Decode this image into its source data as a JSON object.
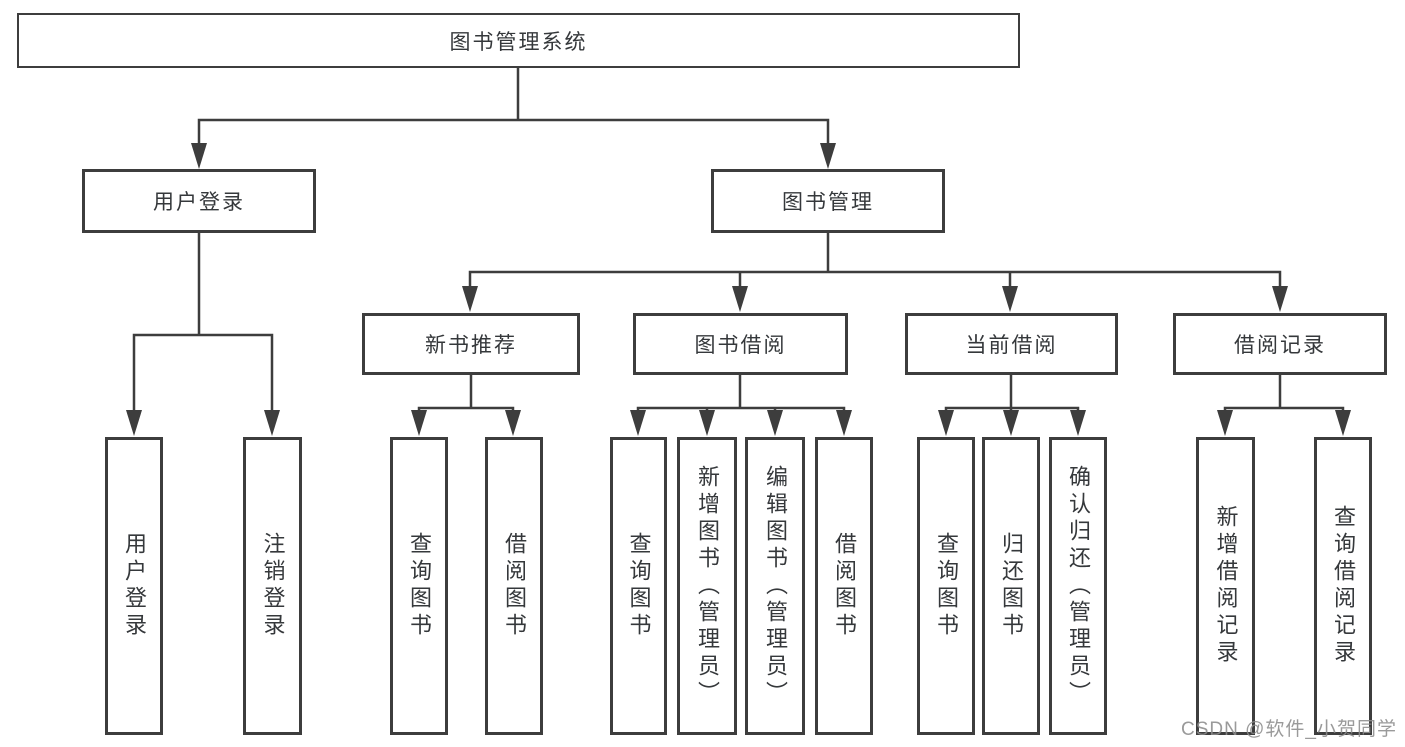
{
  "colors": {
    "line": "#3d3d3d",
    "box_border": "#3d3d3d",
    "text": "#35383b",
    "background": "#ffffff",
    "watermark": "#8c8c8c"
  },
  "tree": {
    "root": "图书管理系统",
    "children": [
      {
        "label": "用户登录",
        "children": [
          "用户登录",
          "注销登录"
        ]
      },
      {
        "label": "图书管理",
        "children": [
          {
            "label": "新书推荐",
            "children": [
              "查询图书",
              "借阅图书"
            ]
          },
          {
            "label": "图书借阅",
            "children": [
              "查询图书",
              "新增图书（管理员）",
              "编辑图书（管理员）",
              "借阅图书"
            ]
          },
          {
            "label": "当前借阅",
            "children": [
              "查询图书",
              "归还图书",
              "确认归还（管理员）"
            ]
          },
          {
            "label": "借阅记录",
            "children": [
              "新增借阅记录",
              "查询借阅记录"
            ]
          }
        ]
      }
    ]
  },
  "watermark": "CSDN @软件_小贺同学"
}
